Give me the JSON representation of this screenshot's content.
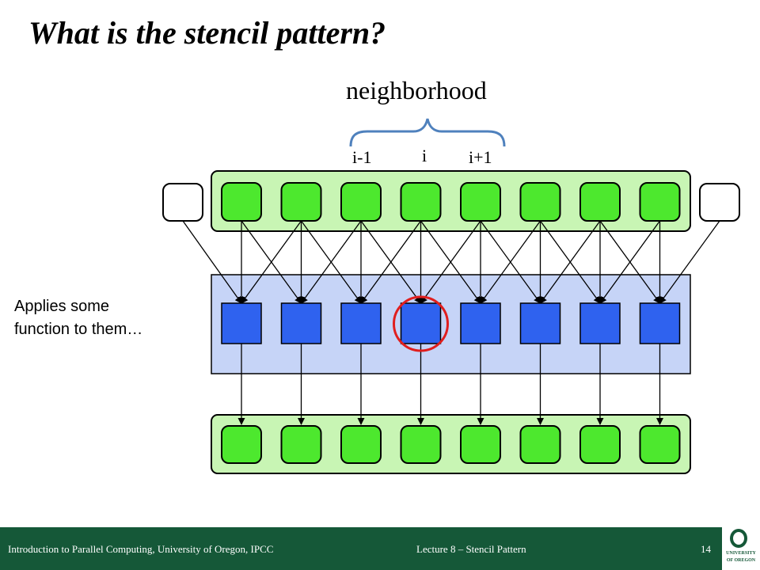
{
  "slide": {
    "title": "What is the stencil pattern?",
    "neighborhood_label": "neighborhood",
    "index_labels": [
      "i-1",
      "i",
      "i+1"
    ],
    "side_note": [
      "Applies some",
      "function to them…"
    ]
  },
  "colors": {
    "input_band": "#c8f5b4",
    "cell_green": "#4de82e",
    "compute_band": "#c6d4f7",
    "compute_box": "#2f62ef",
    "highlight": "#e01e1e",
    "brace": "#4f81bd",
    "footer_bg": "#155838"
  },
  "diagram": {
    "cell_count": 8,
    "highlighted_index": 3,
    "boundary_cells": 2
  },
  "footer": {
    "course": "Introduction to Parallel Computing, University of Oregon, IPCC",
    "lecture": "Lecture 8 – Stencil Pattern",
    "page_number": "14"
  },
  "logo": {
    "line1": "UNIVERSITY",
    "line2": "OF OREGON"
  }
}
